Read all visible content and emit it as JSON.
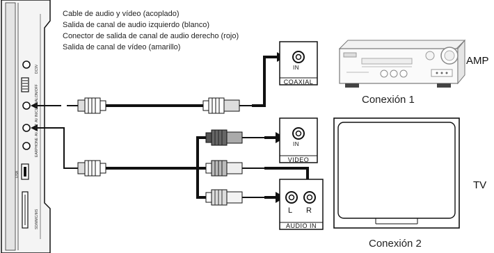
{
  "legend": {
    "line1": "Cable de audio y vídeo (acoplado)",
    "line2": "Salida de canal de audio izquierdo (blanco)",
    "line3": "Conector de salida de canal de audio derecho (rojo)",
    "line4": "Salida de canal de vídeo (amarillo)"
  },
  "device_panel": {
    "dc_label": "DC9V",
    "switch_label": "ON/OFF",
    "av_label": "AV IN/COAXIAL",
    "avout_label": "AV OUT",
    "earphone_label": "EARPHONE",
    "usb_label": "USB",
    "card_label": "SD/MMC/MS"
  },
  "coaxial_box": {
    "port_label": "IN",
    "caption": "COAXIAL"
  },
  "video_box": {
    "port_label": "IN",
    "caption": "VIDEO"
  },
  "audio_box": {
    "left_label": "L",
    "right_label": "R",
    "caption": "AUDIO IN"
  },
  "amp_label": "AMP",
  "tv_label": "TV",
  "connection1_label": "Conexión 1",
  "connection2_label": "Conexión 2"
}
